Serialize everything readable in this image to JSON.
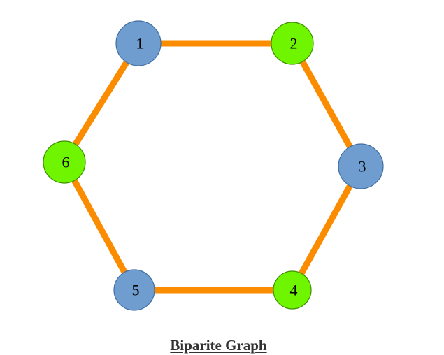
{
  "diagram": {
    "caption": "Biparite Graph",
    "colors": {
      "edge": "#FB8C00",
      "set_a_fill": "#6F9DD0",
      "set_a_stroke": "#3F6EA3",
      "set_b_fill": "#6FF500",
      "set_b_stroke": "#3F8F00"
    },
    "nodes": [
      {
        "id": "1",
        "label": "1",
        "set": "a"
      },
      {
        "id": "2",
        "label": "2",
        "set": "b"
      },
      {
        "id": "3",
        "label": "3",
        "set": "a"
      },
      {
        "id": "4",
        "label": "4",
        "set": "b"
      },
      {
        "id": "5",
        "label": "5",
        "set": "a"
      },
      {
        "id": "6",
        "label": "6",
        "set": "b"
      }
    ],
    "edges": [
      [
        "1",
        "2"
      ],
      [
        "2",
        "3"
      ],
      [
        "3",
        "4"
      ],
      [
        "4",
        "5"
      ],
      [
        "5",
        "6"
      ],
      [
        "6",
        "1"
      ]
    ]
  }
}
